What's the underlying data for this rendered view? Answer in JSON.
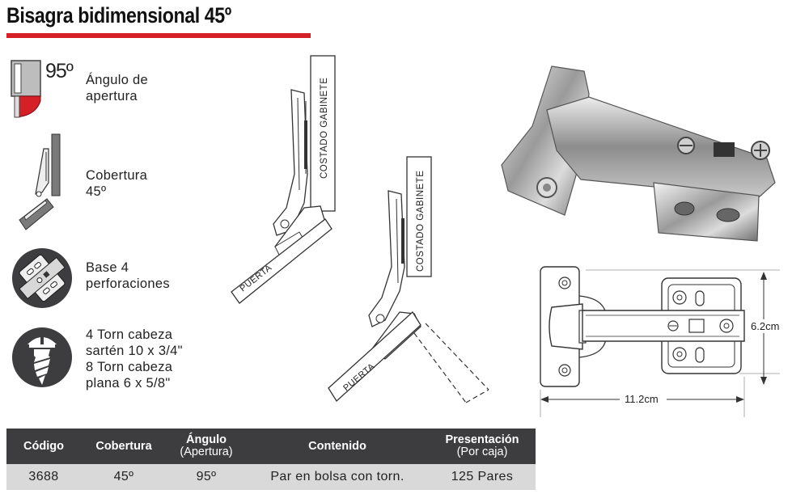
{
  "title": "Bisagra bidimensional 45º",
  "colors": {
    "accent": "#d52027",
    "table_header": "#3d3d3f",
    "table_row": "#d9d9da"
  },
  "features": [
    {
      "icon": "opening-angle-icon",
      "badge": "95º",
      "lines": [
        "Ángulo de",
        "apertura"
      ]
    },
    {
      "icon": "overlay-45-icon",
      "lines": [
        "Cobertura",
        "45º"
      ]
    },
    {
      "icon": "base-plate-icon",
      "lines": [
        "Base 4",
        "perforaciones"
      ]
    },
    {
      "icon": "screw-icon",
      "lines": [
        "4 Torn cabeza",
        "sartén 10 x 3/4\"",
        "8 Torn cabeza",
        "plana 6 x 5/8\""
      ]
    }
  ],
  "diagram": {
    "cabinet_label": "COSTADO GABINETE",
    "door_label": "PUERTA"
  },
  "dimensions": {
    "height": "6.2cm",
    "width": "11.2cm"
  },
  "table": {
    "headers": [
      {
        "main": "Código",
        "sub": ""
      },
      {
        "main": "Cobertura",
        "sub": ""
      },
      {
        "main": "Ángulo",
        "sub": "(Apertura)"
      },
      {
        "main": "Contenido",
        "sub": ""
      },
      {
        "main": "Presentación",
        "sub": "(Por caja)"
      }
    ],
    "rows": [
      [
        "3688",
        "45º",
        "95º",
        "Par en bolsa con torn.",
        "125 Pares"
      ]
    ]
  }
}
